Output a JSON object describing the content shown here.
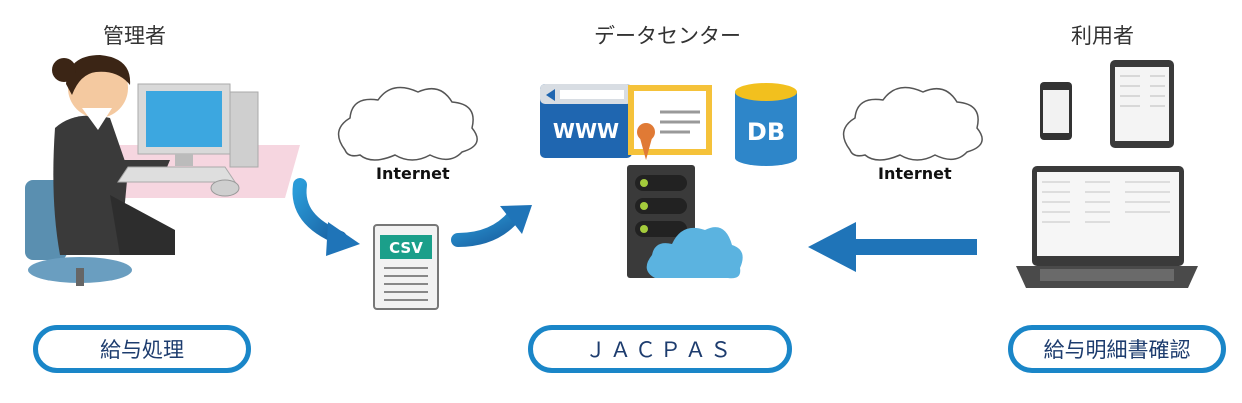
{
  "columns": {
    "admin": {
      "heading": "管理者",
      "action": "給与処理"
    },
    "datacenter": {
      "heading": "データセンター",
      "system": "ＪＡＣＰＡＳ"
    },
    "user": {
      "heading": "利用者",
      "action": "給与明細書確認"
    }
  },
  "clouds": {
    "left_label": "Internet",
    "right_label": "Internet"
  },
  "badges": {
    "csv": "CSV",
    "www": "WWW",
    "db": "DB"
  },
  "colors": {
    "pill_border": "#1a86c8",
    "arrow": "#1f74b8",
    "cloud_accent": "#5bb3e0"
  }
}
